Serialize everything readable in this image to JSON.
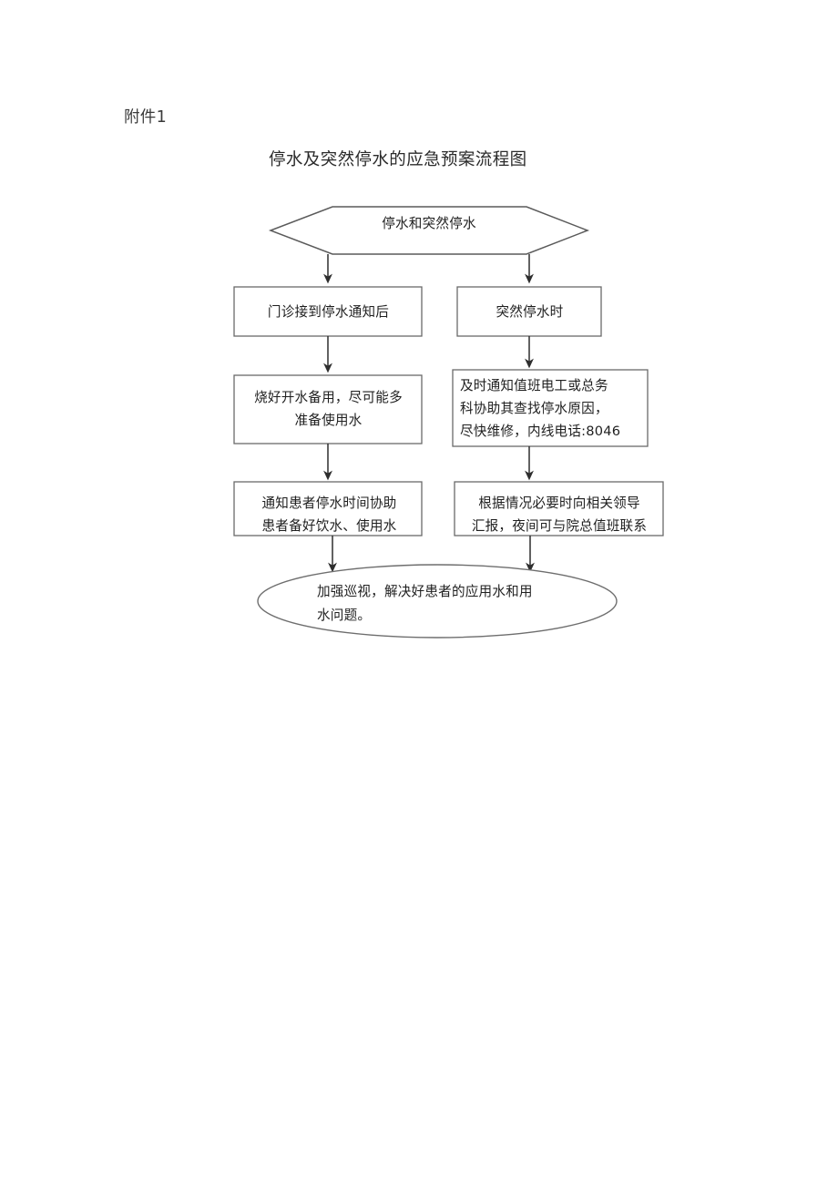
{
  "document": {
    "attachment_label": "附件1",
    "title": "停水及突然停水的应急预案流程图"
  },
  "chart_data": {
    "type": "diagram",
    "diagram_kind": "flowchart",
    "title": "停水及突然停水的应急预案流程图",
    "orientation": "top-to-bottom",
    "nodes": [
      {
        "id": "start",
        "shape": "hexagon",
        "label": "停水和突然停水",
        "branch": "root"
      },
      {
        "id": "l1",
        "shape": "rectangle",
        "label": "门诊接到停水通知后",
        "branch": "left"
      },
      {
        "id": "r1",
        "shape": "rectangle",
        "label": "突然停水时",
        "branch": "right"
      },
      {
        "id": "l2",
        "shape": "rectangle",
        "label": "烧好开水备用，尽可能多准备使用水",
        "branch": "left"
      },
      {
        "id": "r2",
        "shape": "rectangle",
        "label": "及时通知值班电工或总务科协助其查找停水原因，尽快维修，内线电话:8046",
        "branch": "right"
      },
      {
        "id": "l3",
        "shape": "rectangle",
        "label": "通知患者停水时间协助患者备好饮水、使用水",
        "branch": "left"
      },
      {
        "id": "r3",
        "shape": "rectangle",
        "label": "根据情况必要时向相关领导汇报，夜间可与院总值班联系",
        "branch": "right"
      },
      {
        "id": "end",
        "shape": "ellipse",
        "label": "加强巡视，解决好患者的应用水和用水问题。",
        "branch": "merge"
      }
    ],
    "edges": [
      {
        "from": "start",
        "to": "l1",
        "arrow": "down"
      },
      {
        "from": "start",
        "to": "r1",
        "arrow": "down"
      },
      {
        "from": "l1",
        "to": "l2",
        "arrow": "down"
      },
      {
        "from": "r1",
        "to": "r2",
        "arrow": "down"
      },
      {
        "from": "l2",
        "to": "l3",
        "arrow": "down"
      },
      {
        "from": "r2",
        "to": "r3",
        "arrow": "down"
      },
      {
        "from": "l3",
        "to": "end",
        "arrow": "down"
      },
      {
        "from": "r3",
        "to": "end",
        "arrow": "down"
      }
    ],
    "node_lines": {
      "start": [
        "停水和突然停水"
      ],
      "l1": [
        "门诊接到停水通知后"
      ],
      "r1": [
        "突然停水时"
      ],
      "l2": [
        "烧好开水备用，尽可能多",
        "准备使用水"
      ],
      "r2": [
        "及时通知值班电工或总务",
        "科协助其查找停水原因，",
        "尽快维修，内线电话:8046"
      ],
      "l3": [
        "通知患者停水时间协助",
        "患者备好饮水、使用水"
      ],
      "r3": [
        "根据情况必要时向相关领导",
        "汇报，夜间可与院总值班联系"
      ],
      "end": [
        "加强巡视，解决好患者的应用水和用",
        "水问题。"
      ]
    },
    "colors": {
      "stroke": "#565656",
      "text": "#1f1f1f",
      "background": "#ffffff"
    }
  }
}
